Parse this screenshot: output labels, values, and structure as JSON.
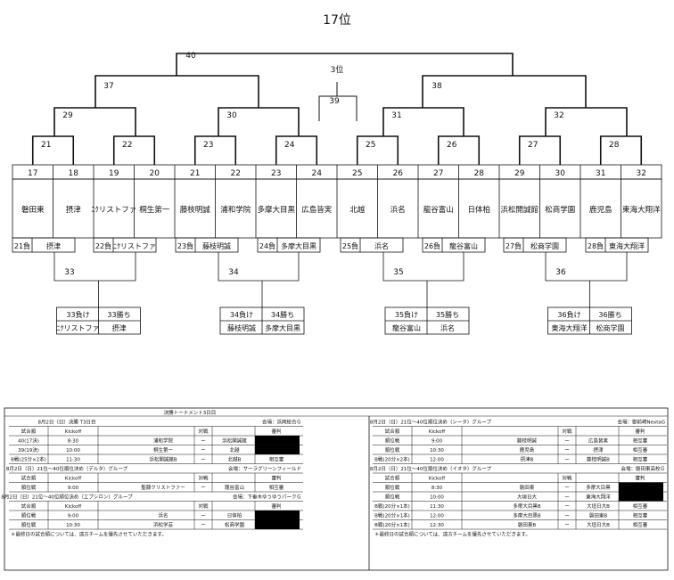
{
  "bracket": {
    "title": "17位",
    "third_place_label": "3位",
    "top_match": "40",
    "semi_matches": [
      "37",
      "39",
      "38"
    ],
    "quarter_matches": [
      "29",
      "30",
      "31",
      "32"
    ],
    "round1_matches": [
      "21",
      "22",
      "23",
      "24",
      "25",
      "26",
      "27",
      "28"
    ],
    "seeds": [
      "17",
      "18",
      "19",
      "20",
      "21",
      "22",
      "23",
      "24",
      "25",
      "26",
      "27",
      "28",
      "29",
      "30",
      "31",
      "32"
    ],
    "teams": [
      "磐田東",
      "摂津",
      "ﾆｸリストファ",
      "桐生第一",
      "藤枝明誠",
      "浦和学院",
      "多摩大目黒",
      "広島皆実",
      "北越",
      "浜名",
      "龍谷富山",
      "日体柏",
      "浜松開誠館",
      "松商学園",
      "鹿児島",
      "東海大翔洋"
    ],
    "losers": [
      {
        "label": "21負",
        "team": "摂津"
      },
      {
        "label": "22負",
        "team": "ﾆｸリストファ"
      },
      {
        "label": "23負",
        "team": "藤枝明誠"
      },
      {
        "label": "24負",
        "team": "多摩大目黒"
      },
      {
        "label": "25負",
        "team": "浜名"
      },
      {
        "label": "26負",
        "team": "龍谷富山"
      },
      {
        "label": "27負",
        "team": "松商学園"
      },
      {
        "label": "28負",
        "team": "東海大翔洋"
      }
    ],
    "consolation": [
      {
        "match": "33",
        "lose_label": "33負け",
        "win_label": "33勝ち",
        "lose_team": "ﾆｸリストファ",
        "win_team": "摂津"
      },
      {
        "match": "34",
        "lose_label": "34負け",
        "win_label": "34勝ち",
        "lose_team": "藤枝明誠",
        "win_team": "多摩大目黒"
      },
      {
        "match": "35",
        "lose_label": "35負け",
        "win_label": "35勝ち",
        "lose_team": "龍谷富山",
        "win_team": "浜名"
      },
      {
        "match": "36",
        "lose_label": "36負け",
        "win_label": "36勝ち",
        "lose_team": "東海大翔洋",
        "win_team": "松商学園"
      }
    ]
  },
  "schedule": {
    "heading": "決勝トーナメント3日目",
    "left_blocks": [
      {
        "date": "8月2日（日）決勝 T3日目",
        "venue": "会場：浜岡総合Ｇ",
        "cols": [
          "試合順",
          "Kickoff",
          "対戦",
          "審判"
        ],
        "rows": [
          {
            "order": "40(17決)",
            "time": "8:30",
            "home": "浦和学院",
            "away": "浜松開誠館",
            "ref": "",
            "black": true
          },
          {
            "order": "39(19決)",
            "time": "10:00",
            "home": "桐生第一",
            "away": "北越",
            "ref": "",
            "black": true
          },
          {
            "order": "B戦(25分×2本)",
            "time": "11:30",
            "home": "浜松開誠館B",
            "away": "北越B",
            "ref": "相互審",
            "black": false
          }
        ]
      },
      {
        "date": "8月2日（日）21位～40位順位決め（デルタ）グループ",
        "venue": "会場：サーラグリーンフィールド",
        "cols": [
          "試合順",
          "Kickoff",
          "対戦",
          "審判"
        ],
        "rows": [
          {
            "order": "順位戦",
            "time": "9:00",
            "home": "聖隷クリストファー",
            "away": "龍谷富山",
            "ref": "相互審",
            "black": false
          }
        ]
      },
      {
        "date": "8月2日（日）21位～40位順位決め（エプシロン）グループ",
        "venue": "会場：下垂木ゆうゆうパークＧ",
        "cols": [
          "試合順",
          "Kickoff",
          "対戦",
          "審判"
        ],
        "rows": [
          {
            "order": "順位戦",
            "time": "9:00",
            "home": "浜名",
            "away": "日体柏",
            "ref": "",
            "black": true
          },
          {
            "order": "順位戦",
            "time": "10:30",
            "home": "浜松学芸",
            "away": "松商学園",
            "ref": "",
            "black": true
          }
        ]
      }
    ],
    "left_note": "＊最終日の試合順については、遠方チームを優先させていただきます。",
    "right_blocks": [
      {
        "date": "8月2日（日）21位～40位順位決め（シータ）グループ",
        "venue": "会場：御前崎NextaG",
        "cols": [
          "試合順",
          "Kickoff",
          "対戦",
          "審判"
        ],
        "rows": [
          {
            "order": "順位戦",
            "time": "9:00",
            "home": "藤枝明誠",
            "away": "広島皆実",
            "ref": "相互審",
            "black": false
          },
          {
            "order": "順位戦",
            "time": "10:30",
            "home": "鹿児島",
            "away": "摂津",
            "ref": "相互審",
            "black": false
          },
          {
            "order": "B戦(20分×2本)",
            "time": "12:00",
            "home": "摂津B",
            "away": "藤枝明誠B",
            "ref": "相互審",
            "black": false
          }
        ]
      },
      {
        "date": "8月2日（日）21位～40位順位決め（イオタ）グループ",
        "venue": "会場：磐田東高校Ｇ",
        "cols": [
          "試合順",
          "Kickoff",
          "対戦",
          "審判"
        ],
        "rows": [
          {
            "order": "順位戦",
            "time": "8:30",
            "home": "磐田東",
            "away": "多摩大目黒",
            "ref": "",
            "black": true
          },
          {
            "order": "順位戦",
            "time": "10:00",
            "home": "大垣日大",
            "away": "東海大翔洋",
            "ref": "",
            "black": true
          },
          {
            "order": "B戦(20分×1本)",
            "time": "11:30",
            "home": "多摩大目黒B",
            "away": "大垣日大B",
            "ref": "相互審",
            "black": false
          },
          {
            "order": "B戦(20分×1本)",
            "time": "12:00",
            "home": "多摩大目黒B",
            "away": "磐田東B",
            "ref": "相互審",
            "black": false
          },
          {
            "order": "B戦(20分×1本)",
            "time": "12:30",
            "home": "磐田東B",
            "away": "大垣日大B",
            "ref": "相互審",
            "black": false
          }
        ]
      }
    ],
    "right_note": "＊最終日の試合順については、遠方チームを優先させていただきます。",
    "vs_mark": "ー",
    "colors": {
      "black_cell": "#000000",
      "line": "#111111"
    }
  }
}
